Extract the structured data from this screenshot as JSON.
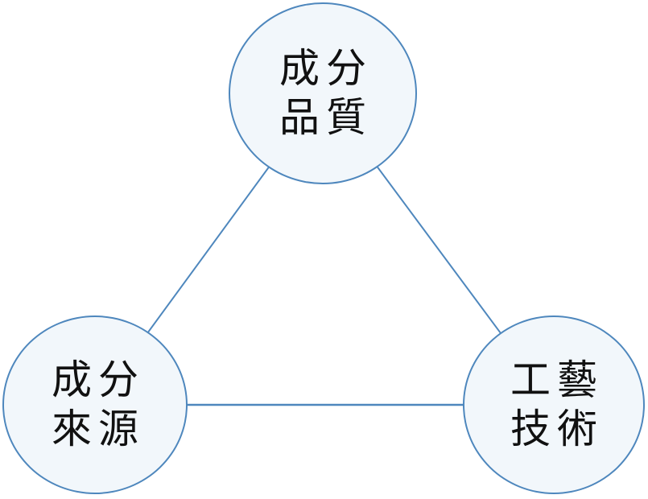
{
  "diagram": {
    "type": "triangle-relationship",
    "background_color": "#FFFFFF",
    "colors": {
      "accent": "#4E87BD",
      "node_fill": "#F2F7FB",
      "text": "#111111"
    },
    "nodes": [
      {
        "id": "top",
        "label": "成分品質",
        "line1": "成分",
        "line2": "品質"
      },
      {
        "id": "bottom-left",
        "label": "成分來源",
        "line1": "成分",
        "line2": "來源"
      },
      {
        "id": "bottom-right",
        "label": "工藝技術",
        "line1": "工藝",
        "line2": "技術"
      }
    ],
    "edges": [
      {
        "from": "top",
        "to": "bottom-left"
      },
      {
        "from": "top",
        "to": "bottom-right"
      },
      {
        "from": "bottom-left",
        "to": "bottom-right"
      }
    ]
  }
}
